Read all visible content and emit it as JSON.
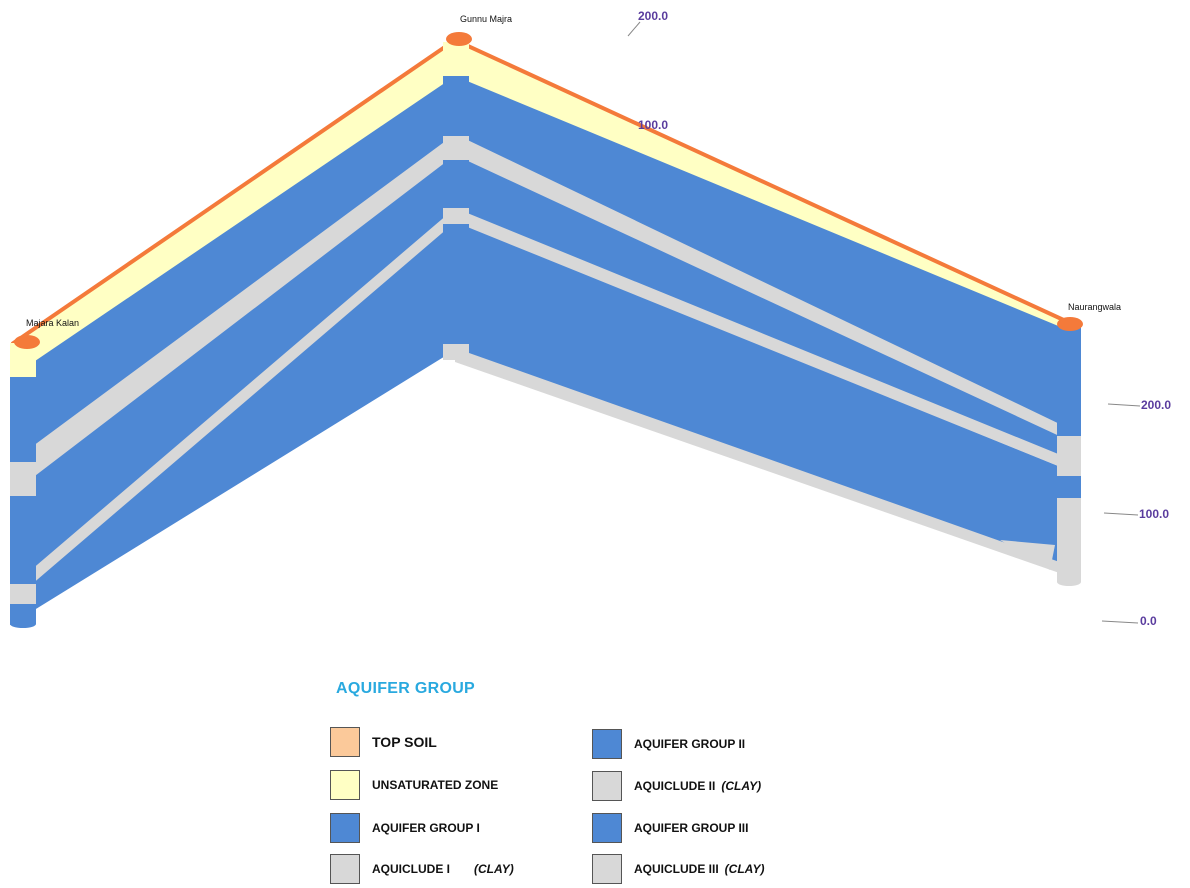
{
  "sites": {
    "left": "Majara Kalan",
    "center": "Gunnu Majra",
    "right": "Naurangwala"
  },
  "scale": {
    "top_label": "200.0",
    "mid_label": "100.0",
    "right_200": "200.0",
    "right_100": "100.0",
    "right_0": "0.0"
  },
  "legend": {
    "title": "AQUIFER GROUP",
    "items": [
      {
        "label": "TOP SOIL",
        "clay": "",
        "color": "#fbc99a"
      },
      {
        "label": "UNSATURATED ZONE",
        "clay": "",
        "color": "#ffffc4"
      },
      {
        "label": "AQUIFER GROUP I",
        "clay": "",
        "color": "#4e88d4"
      },
      {
        "label": "AQUICLUDE I",
        "clay": "(CLAY)",
        "color": "#d8d8d8"
      },
      {
        "label": "AQUIFER GROUP II",
        "clay": "",
        "color": "#4e88d4"
      },
      {
        "label": "AQUICLUDE II",
        "clay": "(CLAY)",
        "color": "#d8d8d8"
      },
      {
        "label": "AQUIFER GROUP III",
        "clay": "",
        "color": "#4e88d4"
      },
      {
        "label": "AQUICLUDE III",
        "clay": "(CLAY)",
        "color": "#d8d8d8"
      }
    ]
  },
  "colors": {
    "top_soil": "#f47a3a",
    "unsaturated": "#ffffc4",
    "aquifer": "#4e88d4",
    "aquiclude": "#d8d8d8",
    "scale_text": "#5a3c9e",
    "legend_title": "#29a9df"
  }
}
